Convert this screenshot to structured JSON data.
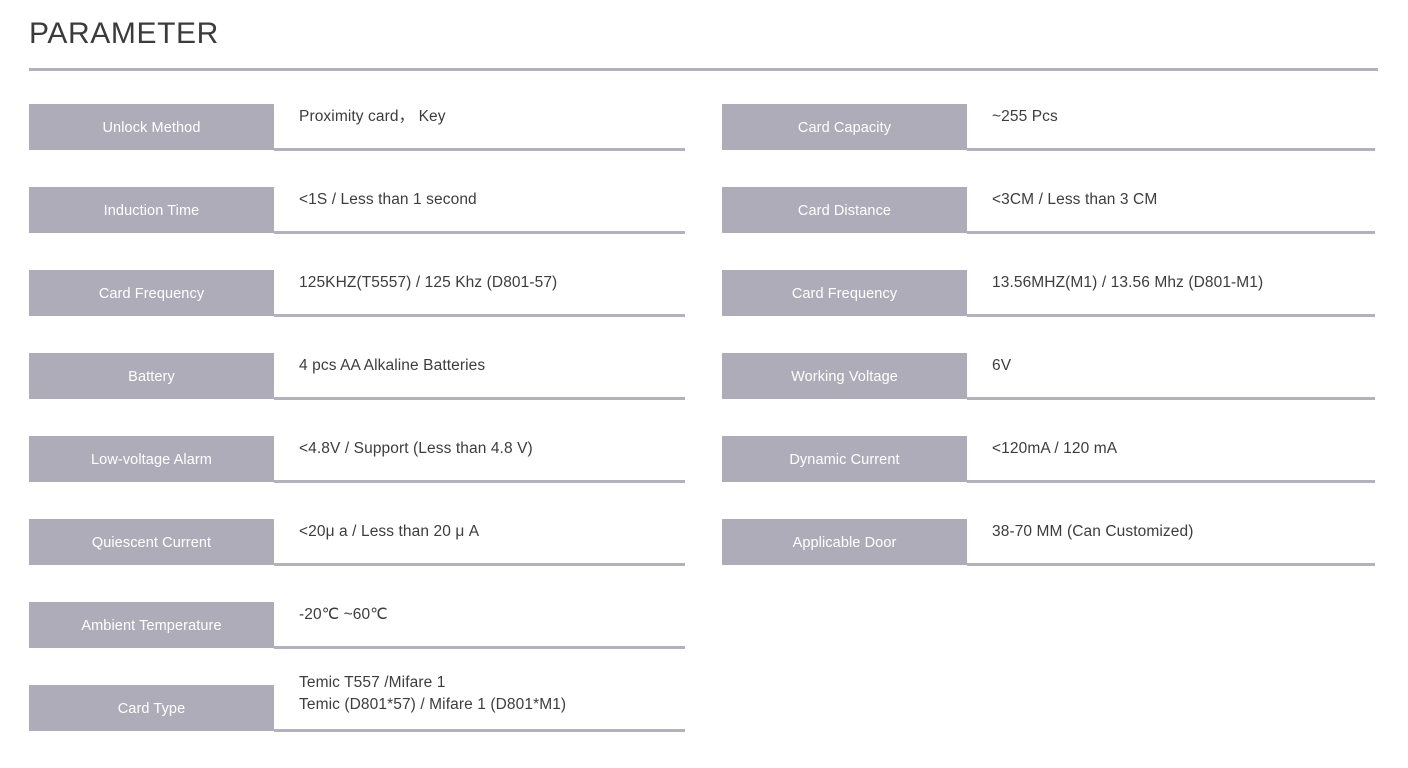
{
  "header": {
    "title": "PARAMETER"
  },
  "columns": {
    "left": [
      {
        "label": "Unlock Method",
        "value": "Proximity card， Key"
      },
      {
        "label": "Induction Time",
        "value": "<1S / Less than 1 second"
      },
      {
        "label": "Card Frequency",
        "value": "125KHZ(T5557) / 125 Khz (D801-57)"
      },
      {
        "label": "Battery",
        "value": "4 pcs AA Alkaline Batteries"
      },
      {
        "label": "Low-voltage Alarm",
        "value": "<4.8V / Support (Less than 4.8 V)"
      },
      {
        "label": "Quiescent Current",
        "value": "<20μ a / Less than 20 μ A"
      },
      {
        "label": "Ambient Temperature",
        "value": "-20℃ ~60℃"
      },
      {
        "label": "Card Type",
        "value": "Temic T557 /Mifare 1",
        "value2": "Temic (D801*57) / Mifare 1 (D801*M1)"
      }
    ],
    "right": [
      {
        "label": "Card Capacity",
        "value": "~255 Pcs"
      },
      {
        "label": "Card Distance",
        "value": "<3CM / Less than 3 CM"
      },
      {
        "label": "Card Frequency",
        "value": "13.56MHZ(M1) / 13.56 Mhz (D801-M1)"
      },
      {
        "label": "Working Voltage",
        "value": "6V"
      },
      {
        "label": "Dynamic Current",
        "value": "<120mA / 120 mA"
      },
      {
        "label": "Applicable Door",
        "value": "38-70 MM (Can Customized)"
      }
    ]
  },
  "colors": {
    "label_block": "#afacba",
    "underline": "#b4b1be",
    "title_text": "#3b3a3c",
    "value_text": "#3d3c3e",
    "label_text": "#ffffff",
    "background": "#ffffff"
  }
}
